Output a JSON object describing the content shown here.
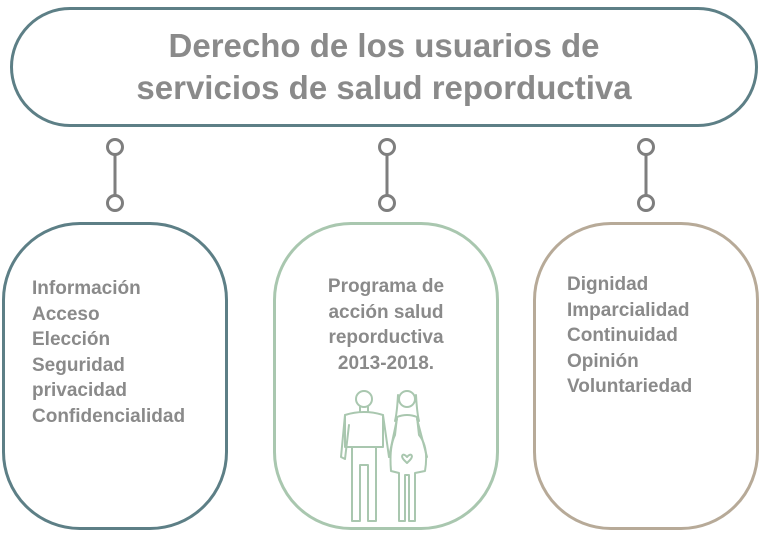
{
  "title": {
    "line1": "Derecho de los usuarios de",
    "line2": "servicios de salud reporductiva"
  },
  "left_card": {
    "items": [
      "Información",
      "Acceso",
      "Elección",
      "Seguridad",
      "privacidad",
      "Confidencialidad"
    ]
  },
  "middle_card": {
    "lines": [
      "Programa de",
      "acción salud",
      "reporductiva",
      "2013-2018."
    ],
    "icon": "couple-pregnant-icon"
  },
  "right_card": {
    "items": [
      "Dignidad",
      "Imparcialidad",
      "Continuidad",
      "Opinión",
      "Voluntariedad"
    ]
  },
  "colors": {
    "title_border": "#5d7f86",
    "left_border": "#5d7f86",
    "middle_border": "#a9c7af",
    "right_border": "#b7aa98",
    "connector": "#7e7e7e",
    "text": "#8a8a8a"
  }
}
